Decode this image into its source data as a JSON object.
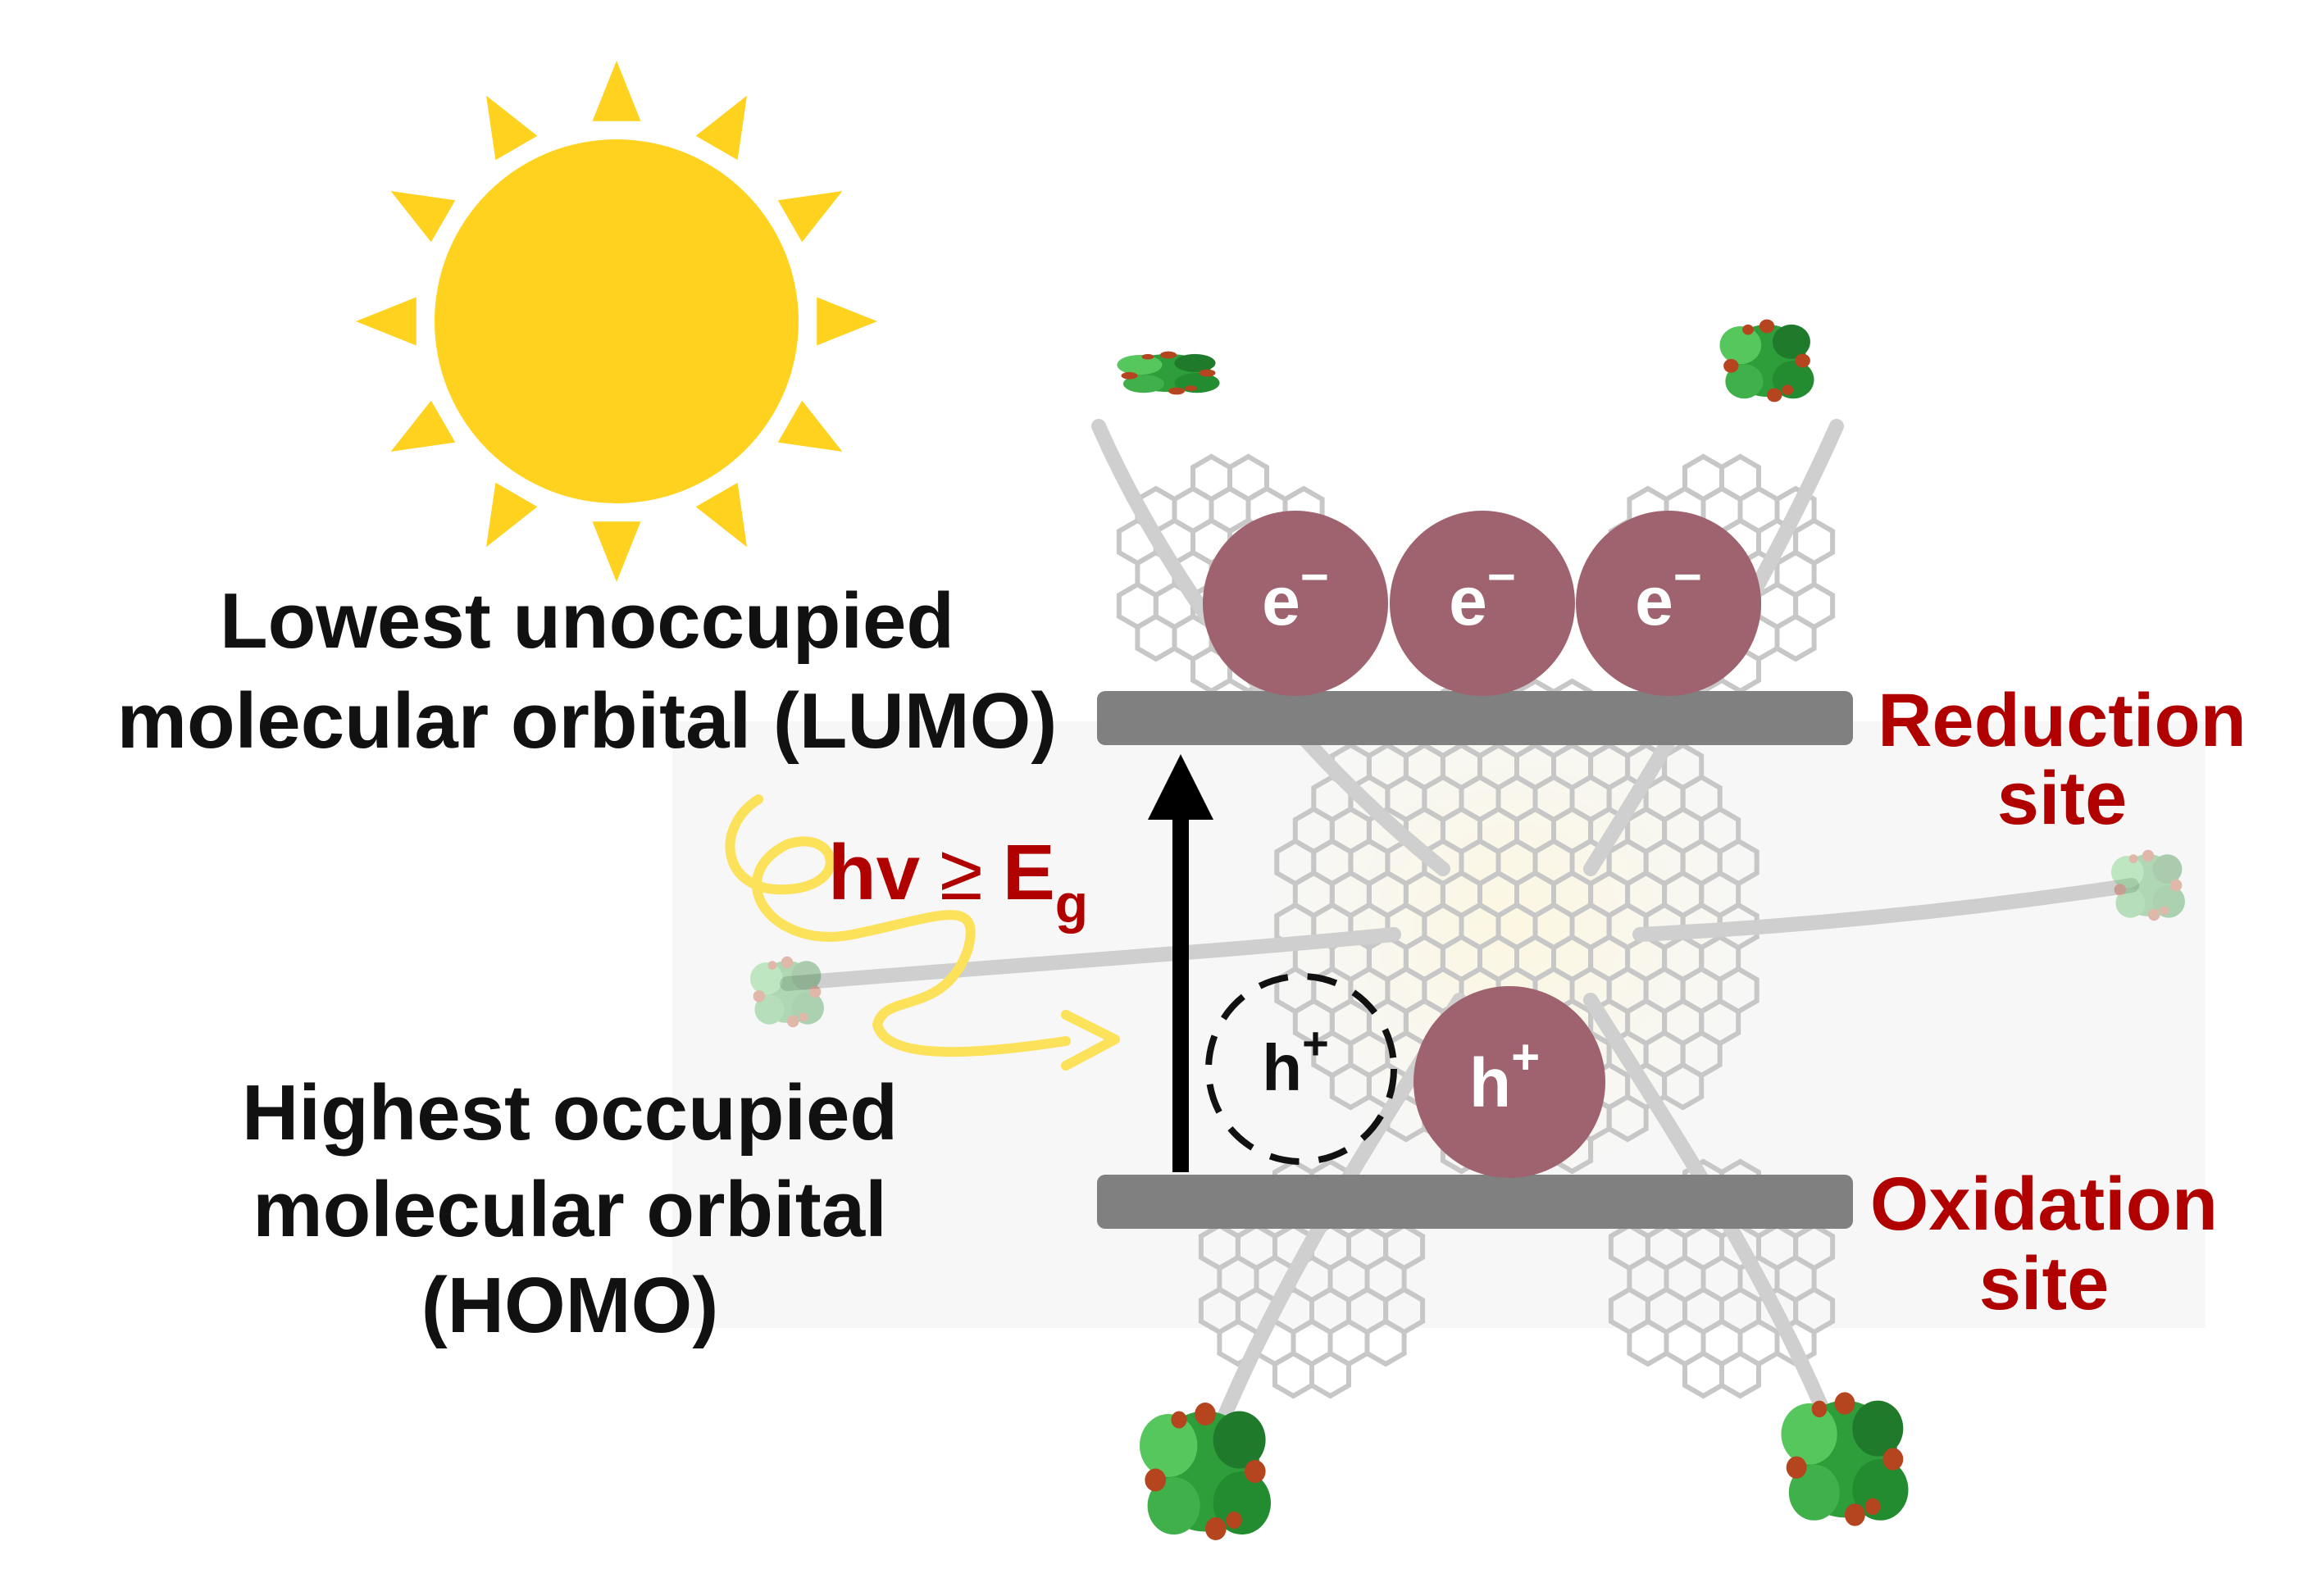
{
  "colors": {
    "sun": "#FFD21F",
    "sun_ray": "#FFD21F",
    "photon": "#FCE15A",
    "band": "#808080",
    "particle": "#9E636E",
    "site_label": "#B00000",
    "label": "#111111",
    "cluster_green": "#2E9E3A",
    "cluster_red": "#B5451E",
    "framework": "#9A9A9A"
  },
  "icons": {
    "sun": "sun-icon",
    "photon": "photon-wave-icon",
    "cluster": "metal-cluster-icon"
  },
  "levels": {
    "lumo": {
      "line1": "Lowest unoccupied",
      "line2": "molecular orbital (LUMO)",
      "site_line1": "Reduction",
      "site_line2": "site"
    },
    "homo": {
      "line1": "Highest occupied",
      "line2": "molecular orbital",
      "line3": "(HOMO)",
      "site_line1": "Oxidation",
      "site_line2": "site"
    }
  },
  "excitation": {
    "hv": "hv",
    "relation": "≥",
    "E": "E",
    "subscript": "g"
  },
  "particles": {
    "electron": "e",
    "electron_sign": "−",
    "hole": "h",
    "hole_sign": "+"
  }
}
